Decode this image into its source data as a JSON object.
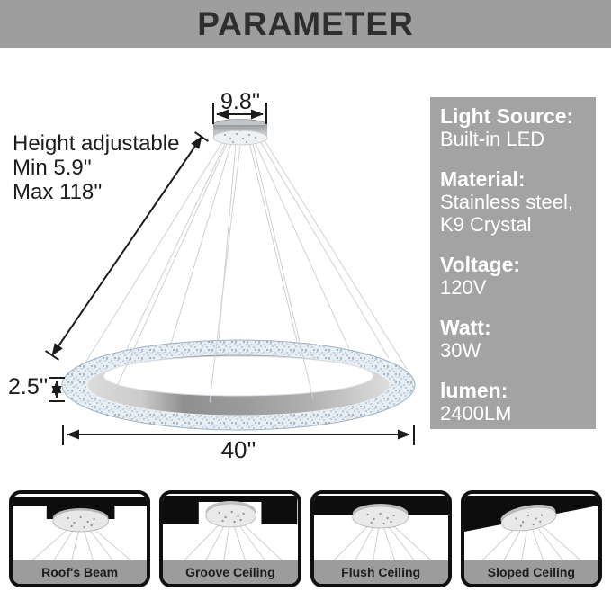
{
  "header": {
    "title": "PARAMETER"
  },
  "diagram": {
    "canopy_width": "9.8''",
    "height_note": "Height adjustable\nMin 5.9''\nMax 118''",
    "ring_thickness": "2.5''",
    "ring_diameter": "40''"
  },
  "specs": [
    {
      "label": "Light Source:",
      "value": "Built-in LED"
    },
    {
      "label": "Material:",
      "value": "Stainless steel,\nK9 Crystal"
    },
    {
      "label": "Voltage:",
      "value": "120V"
    },
    {
      "label": "Watt:",
      "value": "30W"
    },
    {
      "label": "lumen:",
      "value": "2400LM"
    }
  ],
  "mounting_options": [
    {
      "label": "Roof's Beam"
    },
    {
      "label": "Groove Ceiling"
    },
    {
      "label": "Flush Ceiling"
    },
    {
      "label": "Sloped Ceiling"
    }
  ],
  "colors": {
    "header_bg": "#9e9e9e",
    "header_text": "#2e2e2e",
    "panel_bg": "#a3a3a3",
    "panel_text": "#ffffff",
    "caption_bg": "#9c9c9c",
    "caption_text": "#1c1c1c",
    "dimension": "#1c1c1c"
  }
}
